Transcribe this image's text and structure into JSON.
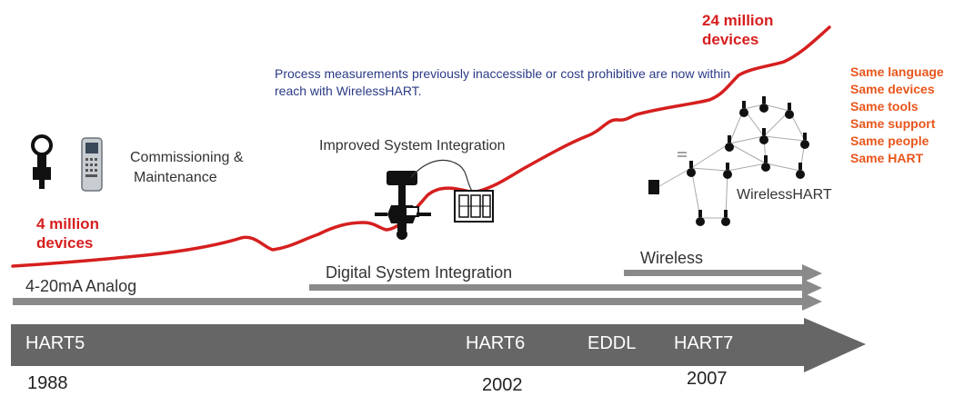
{
  "growth": {
    "start_label": "4 million devices",
    "start_line1": "4 million",
    "start_line2": "devices",
    "end_label_line1": "24 million",
    "end_label_line2": "devices"
  },
  "note": {
    "text": "Process measurements previously inaccessible or cost prohibitive are now within reach with WirelessHART."
  },
  "commissioning": {
    "line1": "Commissioning &",
    "line2": "Maintenance"
  },
  "integration": {
    "label": "Improved System Integration"
  },
  "wireless_hart": {
    "label": "WirelessHART"
  },
  "same_list": [
    "Same language",
    "Same devices",
    "Same tools",
    "Same support",
    "Same people",
    "Same HART"
  ],
  "tracks": {
    "analog": "4-20mA Analog",
    "digital": "Digital System Integration",
    "wireless": "Wireless"
  },
  "timeline": {
    "hart5": "HART5",
    "hart6": "HART6",
    "eddl": "EDDL",
    "hart7": "HART7"
  },
  "years": {
    "y1988": "1988",
    "y2002": "2002",
    "y2007": "2007"
  },
  "colors": {
    "growth_curve": "#d61f1f",
    "track_arrows": "#8a8a8a",
    "timeline_arrow": "#666666",
    "note_text": "#2a3a86",
    "list_text": "#e8561c"
  }
}
